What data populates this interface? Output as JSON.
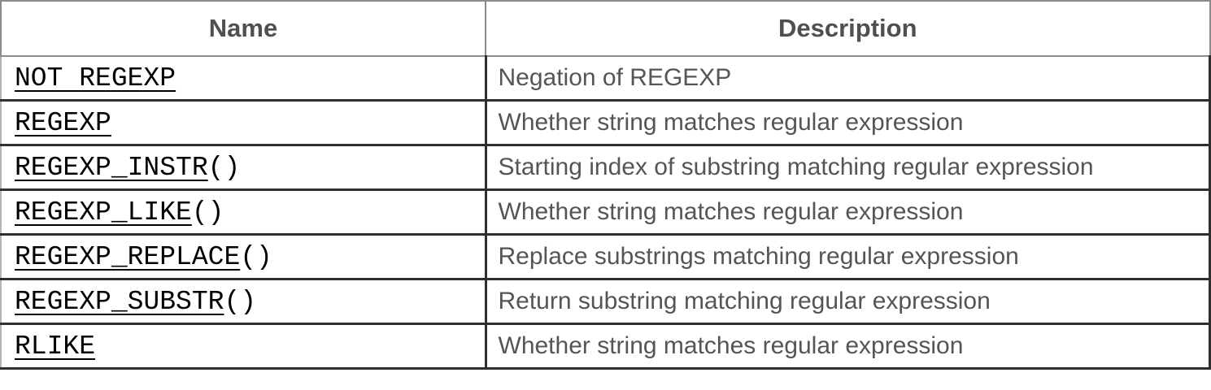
{
  "table": {
    "headers": [
      {
        "label": "Name"
      },
      {
        "label": "Description"
      }
    ],
    "rows": [
      {
        "link": "NOT REGEXP",
        "suffix": "",
        "description": "Negation of REGEXP"
      },
      {
        "link": "REGEXP",
        "suffix": "",
        "description": "Whether string matches regular expression"
      },
      {
        "link": "REGEXP_INSTR",
        "suffix": "()",
        "description": "Starting index of substring matching regular expression"
      },
      {
        "link": "REGEXP_LIKE",
        "suffix": "()",
        "description": "Whether string matches regular expression"
      },
      {
        "link": "REGEXP_REPLACE",
        "suffix": "()",
        "description": "Replace substrings matching regular expression"
      },
      {
        "link": "REGEXP_SUBSTR",
        "suffix": "()",
        "description": "Return substring matching regular expression"
      },
      {
        "link": "RLIKE",
        "suffix": "",
        "description": "Whether string matches regular expression"
      }
    ]
  },
  "colors": {
    "header_border": "#8b8b8b",
    "body_border": "#2f2f2f",
    "body_left_border": "#b5b5b5",
    "header_text": "#4f4f4f",
    "description_text": "#555555",
    "link_text": "#000000",
    "background": "#ffffff"
  }
}
